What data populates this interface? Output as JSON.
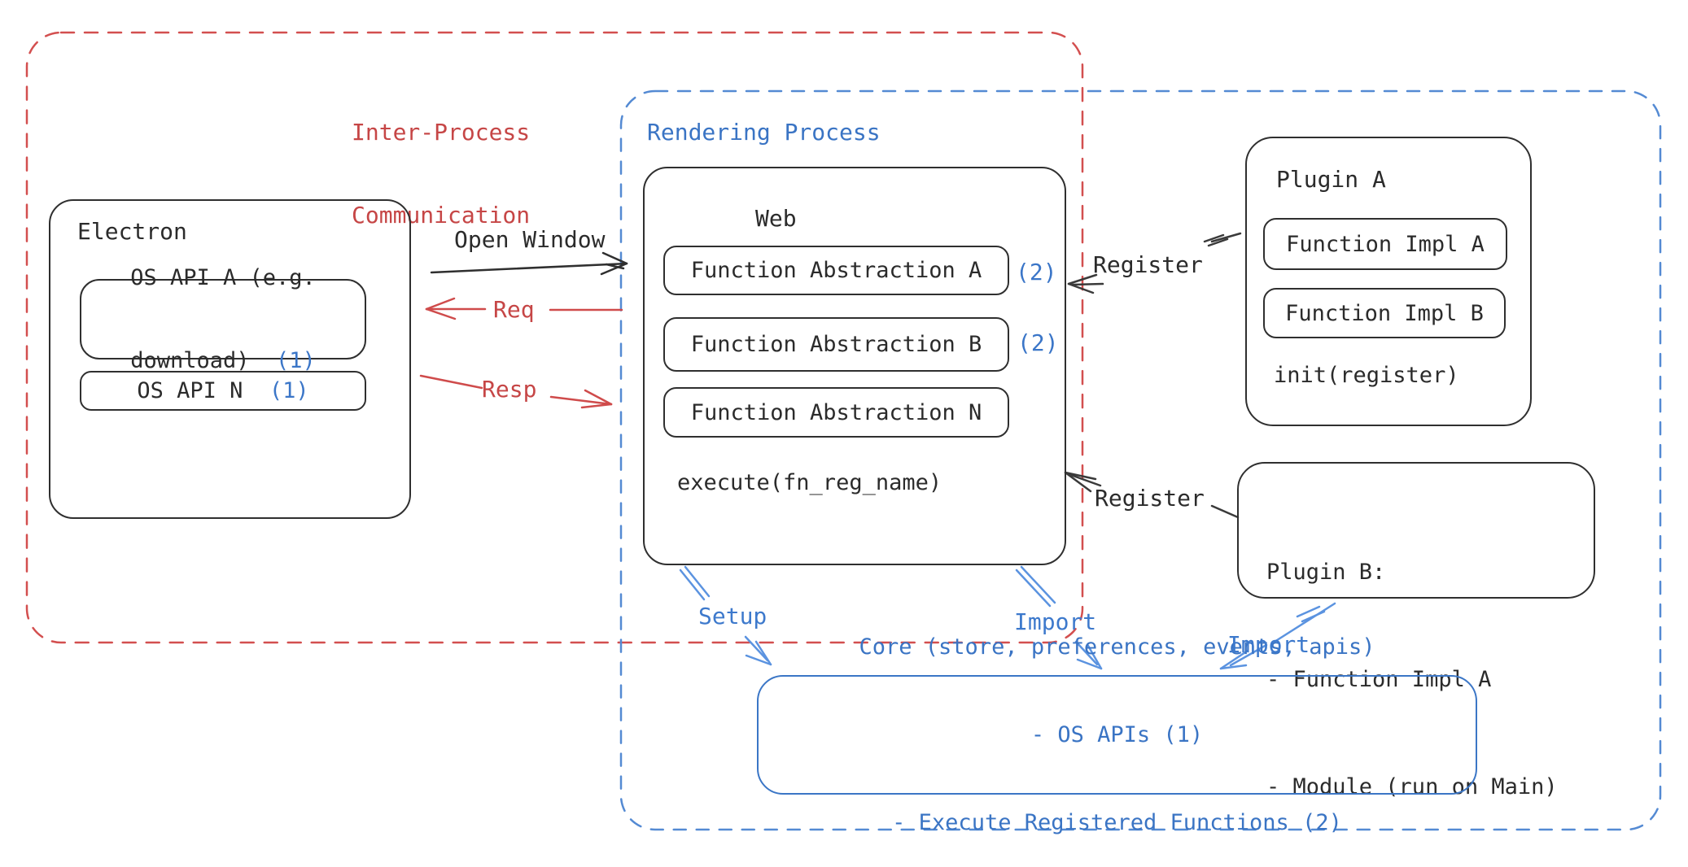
{
  "ipc": {
    "label_line1": "Inter-Process",
    "label_line2": "Communication"
  },
  "rendering": {
    "label": "Rendering Process"
  },
  "electron": {
    "title": "Electron",
    "api_a": {
      "line1": "OS API A (e.g.",
      "line2": "download) ",
      "ref": "(1)"
    },
    "api_n": {
      "label": "OS API N ",
      "ref": "(1)"
    }
  },
  "web": {
    "title": "Web",
    "abstractions": [
      {
        "label": "Function Abstraction A",
        "ref": "(2)"
      },
      {
        "label": "Function Abstraction B",
        "ref": "(2)"
      },
      {
        "label": "Function Abstraction N",
        "ref": ""
      }
    ],
    "execute": "execute(fn_reg_name)"
  },
  "plugin_a": {
    "title": "Plugin A",
    "impl_a": "Function Impl A",
    "impl_b": "Function Impl B",
    "init": "init(register)"
  },
  "plugin_b": {
    "title": "Plugin B:",
    "item1": "- Function Impl A",
    "item2": "- Module (run on Main)"
  },
  "core": {
    "line1": "Core (store, preferences, events, apis)",
    "line2": "- OS APIs (1)",
    "line3": "- Execute Registered Functions (2)"
  },
  "arrows": {
    "open_window": "Open Window",
    "req": "Req",
    "resp": "Resp",
    "register_top": "Register",
    "register_bottom": "Register",
    "setup": "Setup",
    "import_web": "Import",
    "import_plugin": "Import"
  },
  "colors": {
    "ink": "#2b2b2b",
    "red_text": "#c64646",
    "red_dash": "#d34f4f",
    "blue_text": "#3a74c4",
    "blue_dash": "#548ad3",
    "arrow_blue": "#5b93e0"
  }
}
